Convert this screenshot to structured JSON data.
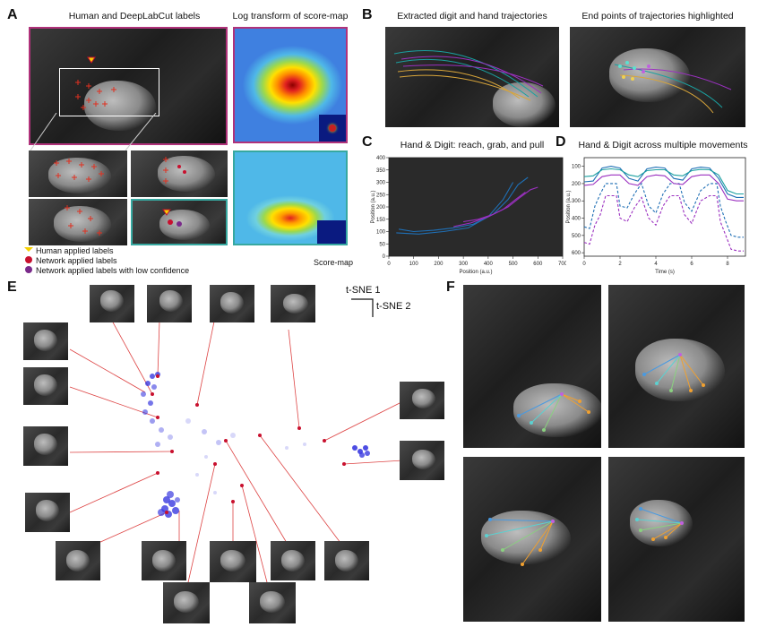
{
  "panels": {
    "A": {
      "letter": "A",
      "title_left": "Human and DeepLabCut labels",
      "title_right": "Log transform of score-map",
      "scoremap_label": "Score-map",
      "legend": [
        {
          "label": "Human applied labels",
          "color": "#f5d000"
        },
        {
          "label": "Network applied labels",
          "color": "#c8102e"
        },
        {
          "label": "Network applied labels with low confidence",
          "color": "#7a2a8a"
        }
      ]
    },
    "B": {
      "letter": "B",
      "title_left": "Extracted digit and hand trajectories",
      "title_right": "End points of trajectories highlighted"
    },
    "C": {
      "letter": "C",
      "title": "Hand & Digit: reach, grab, and pull",
      "ylabel": "Position (a.u.)",
      "xlabel": "Position (a.u.)",
      "xticks": [
        "0",
        "100",
        "200",
        "300",
        "400",
        "500",
        "600",
        "700"
      ],
      "yticks": [
        "0",
        "50",
        "100",
        "150",
        "200",
        "250",
        "300",
        "350",
        "400"
      ]
    },
    "D": {
      "letter": "D",
      "title": "Hand & Digit across multiple movements",
      "ylabel": "Position (a.u.)",
      "xlabel": "Time (s)",
      "xticks": [
        "0",
        "2",
        "4",
        "6",
        "8"
      ],
      "yticks": [
        "100",
        "200",
        "300",
        "400",
        "500",
        "600"
      ]
    },
    "E": {
      "letter": "E",
      "axis1": "t-SNE 1",
      "axis2": "t-SNE 2"
    },
    "F": {
      "letter": "F"
    }
  },
  "colors": {
    "magenta_frame": "#b0327a",
    "teal_frame": "#37a8a0",
    "traj_purple": "#9b30c0",
    "traj_blue": "#1f6fb5",
    "traj_teal": "#1aa0a0",
    "traj_gold": "#d8a53a",
    "red_line": "#d44",
    "tsne_blue": "#3a3ae0"
  },
  "chart_data": [
    {
      "type": "line",
      "panel": "C",
      "title": "Hand & Digit: reach, grab, and pull",
      "xlabel": "Position (a.u.)",
      "ylabel": "Position (a.u.)",
      "xlim": [
        0,
        700
      ],
      "ylim": [
        400,
        0
      ],
      "series": [
        {
          "color": "#1f6fb5",
          "x": [
            40,
            100,
            180,
            260,
            340,
            420,
            480,
            520,
            560
          ],
          "y": [
            110,
            100,
            105,
            115,
            130,
            170,
            230,
            290,
            320
          ]
        },
        {
          "color": "#1f6fb5",
          "x": [
            30,
            120,
            220,
            320,
            400,
            460,
            500
          ],
          "y": [
            95,
            90,
            100,
            115,
            160,
            230,
            300
          ]
        },
        {
          "color": "#9b30c0",
          "x": [
            300,
            360,
            420,
            480,
            530,
            570,
            600
          ],
          "y": [
            140,
            150,
            170,
            200,
            240,
            270,
            280
          ]
        },
        {
          "color": "#9b30c0",
          "x": [
            260,
            330,
            400,
            460,
            510,
            550
          ],
          "y": [
            120,
            135,
            160,
            190,
            230,
            260
          ]
        }
      ]
    },
    {
      "type": "line",
      "panel": "D",
      "title": "Hand & Digit across multiple movements",
      "xlabel": "Time (s)",
      "ylabel": "Position (a.u.)",
      "xlim": [
        0,
        9
      ],
      "ylim": [
        50,
        620
      ],
      "series": [
        {
          "color": "#9b30c0",
          "style": "dashed",
          "x": [
            0,
            0.3,
            0.6,
            0.9,
            1.2,
            1.8,
            2.0,
            2.4,
            2.8,
            3.2,
            3.6,
            4.0,
            4.4,
            4.8,
            5.3,
            5.6,
            6.0,
            6.5,
            7.0,
            7.4,
            7.6,
            7.9,
            8.2,
            8.6,
            8.9
          ],
          "y": [
            540,
            550,
            440,
            380,
            270,
            270,
            400,
            420,
            340,
            280,
            400,
            440,
            330,
            270,
            270,
            380,
            430,
            300,
            270,
            270,
            420,
            500,
            580,
            590,
            590
          ]
        },
        {
          "color": "#1f6fb5",
          "style": "dashed",
          "x": [
            0,
            0.3,
            0.6,
            0.9,
            1.2,
            1.8,
            2.0,
            2.4,
            2.8,
            3.2,
            3.6,
            4.0,
            4.4,
            4.8,
            5.3,
            5.6,
            6.0,
            6.5,
            7.0,
            7.4,
            7.6,
            7.9,
            8.2,
            8.6,
            8.9
          ],
          "y": [
            450,
            460,
            330,
            260,
            200,
            200,
            330,
            340,
            260,
            200,
            330,
            370,
            260,
            200,
            200,
            310,
            360,
            240,
            200,
            200,
            330,
            420,
            500,
            510,
            510
          ]
        },
        {
          "color": "#9b30c0",
          "style": "solid",
          "x": [
            0,
            0.5,
            1.0,
            1.5,
            2.0,
            2.5,
            3.0,
            3.5,
            4.0,
            4.5,
            5.0,
            5.5,
            6.0,
            6.5,
            7.0,
            7.5,
            8.0,
            8.5,
            8.9
          ],
          "y": [
            210,
            205,
            160,
            150,
            150,
            200,
            210,
            160,
            150,
            155,
            200,
            205,
            160,
            150,
            150,
            200,
            290,
            300,
            300
          ]
        },
        {
          "color": "#1f6fb5",
          "style": "solid",
          "x": [
            0,
            0.5,
            1.0,
            1.5,
            2.0,
            2.5,
            3.0,
            3.5,
            4.0,
            4.5,
            5.0,
            5.5,
            6.0,
            6.5,
            7.0,
            7.5,
            8.0,
            8.5,
            8.9
          ],
          "y": [
            190,
            185,
            110,
            100,
            110,
            170,
            185,
            115,
            105,
            110,
            170,
            180,
            115,
            105,
            110,
            170,
            260,
            280,
            280
          ]
        },
        {
          "color": "#1aa0a0",
          "style": "solid",
          "x": [
            0,
            0.5,
            1.0,
            1.5,
            2.0,
            2.5,
            3.0,
            3.5,
            4.0,
            4.5,
            5.0,
            5.5,
            6.0,
            6.5,
            7.0,
            7.5,
            8.0,
            8.5,
            8.9
          ],
          "y": [
            160,
            155,
            120,
            115,
            120,
            150,
            160,
            125,
            120,
            120,
            150,
            155,
            125,
            118,
            120,
            150,
            240,
            260,
            260
          ]
        }
      ]
    }
  ]
}
